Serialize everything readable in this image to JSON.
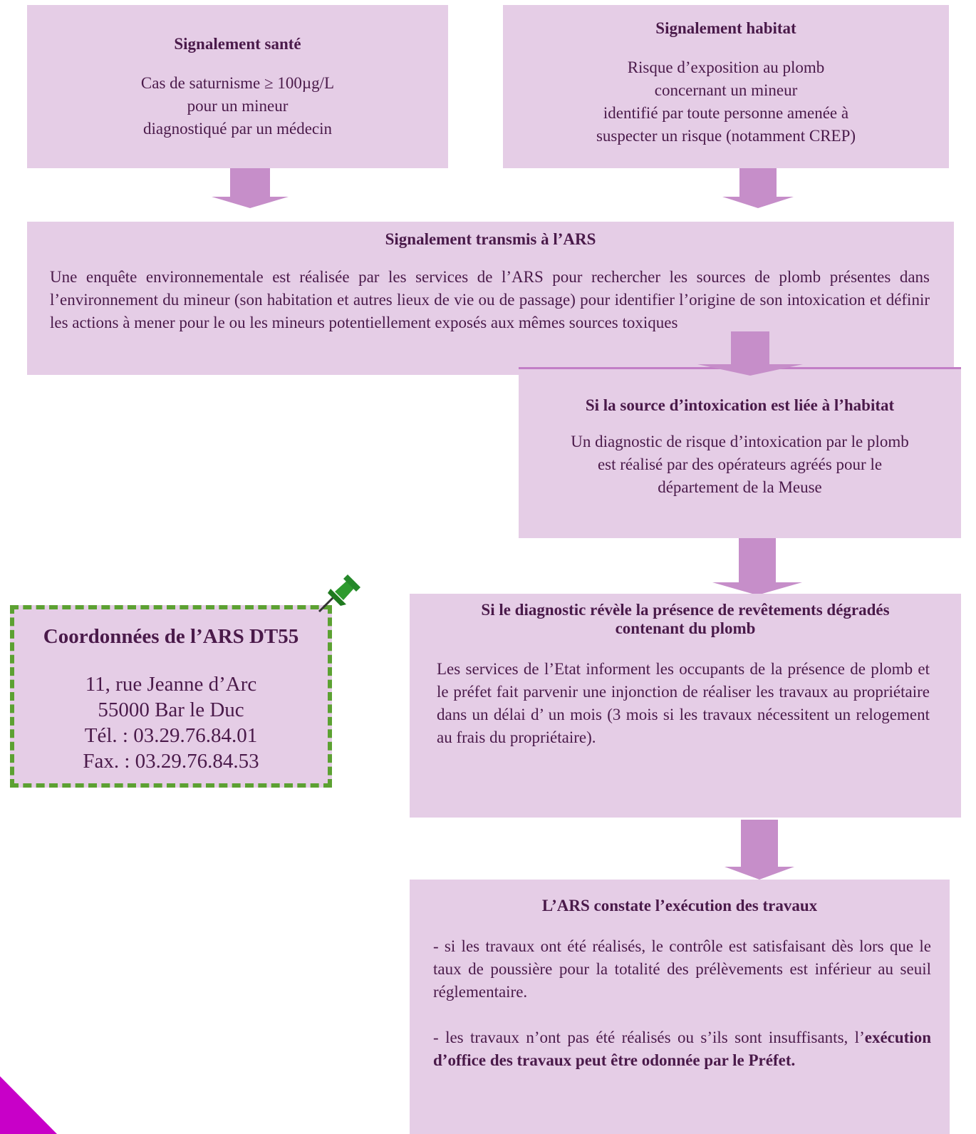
{
  "signalement_sante": {
    "title": "Signalement santé",
    "lines": [
      "Cas de saturnisme ≥ 100µg/L",
      "pour un mineur",
      "diagnostiqué par un médecin"
    ]
  },
  "signalement_habitat": {
    "title": "Signalement habitat",
    "lines": [
      "Risque d’exposition au plomb",
      "concernant un mineur",
      "identifié par toute personne amenée à",
      "suspecter un risque (notamment CREP)"
    ]
  },
  "signalement_ars": {
    "title": "Signalement transmis à l’ARS",
    "text": "Une enquête environnementale est réalisée par les services de l’ARS pour rechercher les sources de plomb présentes dans l’environnement du mineur (son habitation et autres lieux de vie ou de passage) pour identifier l’origine de son intoxication et définir les actions à mener pour le ou les mineurs potentiellement exposés aux mêmes sources toxiques"
  },
  "source_habitat": {
    "title": "Si la source d’intoxication est liée à l’habitat",
    "lines": [
      "Un diagnostic de risque d’intoxication par le plomb",
      "est réalisé par des opérateurs agréés pour le",
      "département de la Meuse"
    ]
  },
  "diagnostic": {
    "title_lines": [
      "Si le diagnostic révèle la présence de revêtements dégradés",
      "contenant du plomb"
    ],
    "text": "Les services de l’Etat informent les occupants de la présence de plomb  et le préfet fait parvenir une injonction de réaliser les travaux au propriétaire dans un délai d’ un mois (3 mois si les travaux nécessitent un relogement au frais du propriétaire)."
  },
  "constat": {
    "title": "L’ARS constate l’exécution des travaux",
    "para1": "- si les travaux ont été réalisés, le contrôle est satisfaisant dès lors que le taux de poussière pour la totalité des prélèvements est inférieur au seuil réglementaire.",
    "para2_prefix": "- les travaux n’ont pas été réalisés ou s’ils sont insuffisants, l’",
    "para2_bold": "exécution d’office des travaux peut être odonnée par le Préfet."
  },
  "contact": {
    "title": "Coordonnées de l’ARS DT55",
    "address": "11, rue Jeanne d’Arc",
    "city": "55000 Bar le Duc",
    "tel": "Tél. : 03.29.76.84.01",
    "fax": "Fax. : 03.29.76.84.53"
  },
  "colors": {
    "box_fill": "#e5cde6",
    "arrow": "#c68ec9",
    "text": "#4a1a4a",
    "dashed_border": "#5ca132",
    "pin": "#2e9a2e",
    "corner_accent": "#c800c8"
  },
  "icons": [
    "pushpin-icon",
    "down-arrow-icon"
  ]
}
